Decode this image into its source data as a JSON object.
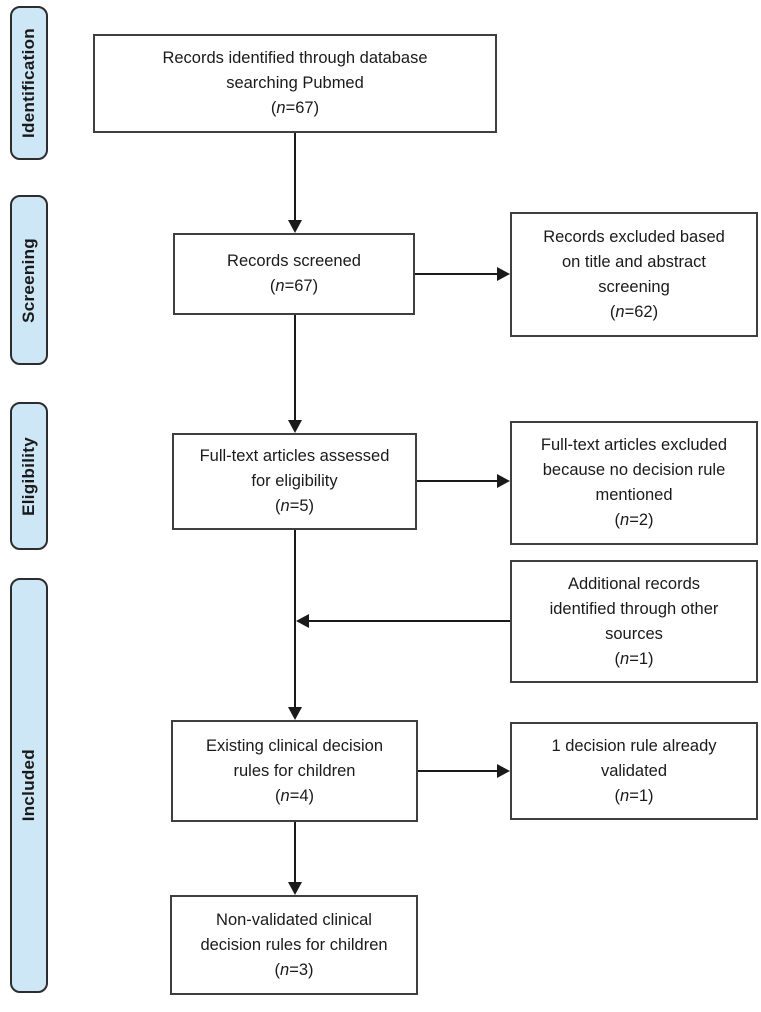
{
  "colors": {
    "stage_fill": "#cde7f7",
    "stage_border": "#2d2d2d",
    "box_border": "#3f3f3f",
    "arrow": "#1a1a1a"
  },
  "sidebar": {
    "stages": [
      {
        "label": "Identification"
      },
      {
        "label": "Screening"
      },
      {
        "label": "Eligibility"
      },
      {
        "label": "Included"
      }
    ]
  },
  "boxes": {
    "records_identified": {
      "line1": "Records identified through database",
      "line2": "searching Pubmed",
      "n_open": "(",
      "n_label": "n",
      "n_rest": "=67)"
    },
    "records_screened": {
      "line1": "Records screened",
      "n_open": "(",
      "n_label": "n",
      "n_rest": "=67)"
    },
    "records_excluded": {
      "line1": "Records excluded based",
      "line2": "on title and abstract",
      "line3": "screening",
      "n_open": "(",
      "n_label": "n",
      "n_rest": "=62)"
    },
    "fulltext_assessed": {
      "line1": "Full-text articles assessed",
      "line2": "for eligibility",
      "n_open": "(",
      "n_label": "n",
      "n_rest": "=5)"
    },
    "fulltext_excluded": {
      "line1": "Full-text articles excluded",
      "line2": "because no decision rule",
      "line3": "mentioned",
      "n_open": "(",
      "n_label": "n",
      "n_rest": "=2)"
    },
    "additional_records": {
      "line1": "Additional records",
      "line2": "identified through other",
      "line3": "sources",
      "n_open": "(",
      "n_label": "n",
      "n_rest": "=1)"
    },
    "existing_rules": {
      "line1": "Existing clinical decision",
      "line2": "rules for children",
      "n_open": "(",
      "n_label": "n",
      "n_rest": "=4)"
    },
    "validated_rule": {
      "line1": "1 decision rule already",
      "line2": "validated",
      "n_open": "(",
      "n_label": "n",
      "n_rest": "=1)"
    },
    "nonvalidated_rules": {
      "line1": "Non-validated clinical",
      "line2": "decision rules for children",
      "n_open": "(",
      "n_label": "n",
      "n_rest": "=3)"
    }
  }
}
